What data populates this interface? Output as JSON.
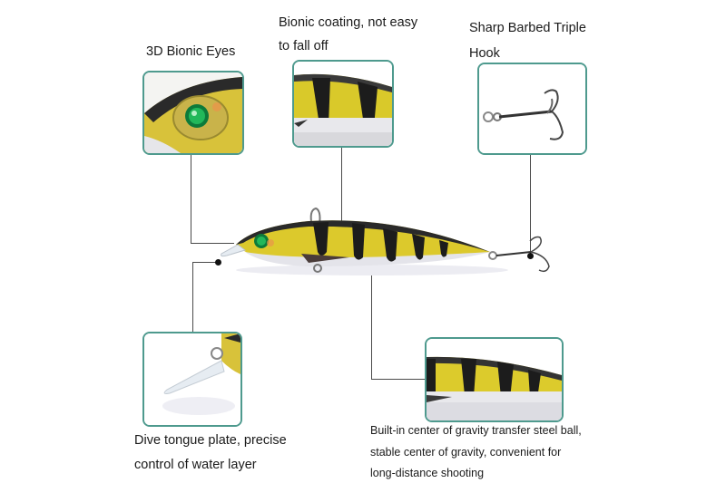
{
  "product": "Fishing minnow lure with yellow perch pattern",
  "callouts": {
    "eyes": {
      "title": "3D Bionic Eyes"
    },
    "coating": {
      "line1": "Bionic coating, not easy",
      "line2": "to fall off"
    },
    "hook": {
      "line1": "Sharp Barbed Triple",
      "line2": "Hook"
    },
    "tongue": {
      "line1": "Dive tongue plate, precise",
      "line2": "control of water layer"
    },
    "gravity": {
      "line1": "Built-in center of gravity transfer steel ball,",
      "line2": "stable center of gravity, convenient for",
      "line3": "long-distance shooting"
    }
  },
  "colors": {
    "frame_border": "#4e9a8e",
    "leader_line": "#4a4a4a",
    "lure_yellow": "#e2cf2a",
    "lure_stripe": "#1c1c1c",
    "eye_green": "#1a9a4a"
  }
}
